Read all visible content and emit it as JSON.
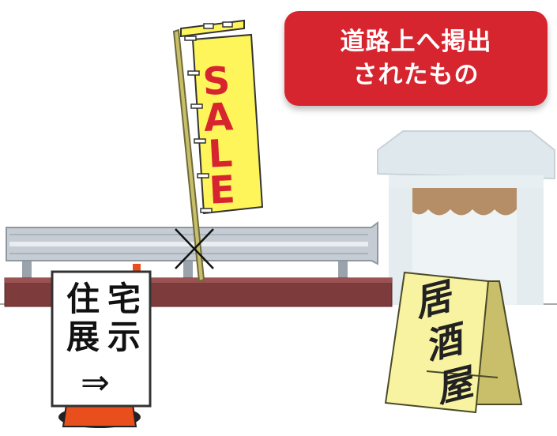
{
  "caption": {
    "line1": "道路上へ掲出",
    "line2": "されたもの"
  },
  "nobori_flag": {
    "letters": [
      "S",
      "A",
      "L",
      "E"
    ],
    "color": "#d7252f",
    "background": "#fef55a"
  },
  "signboard": {
    "column_right": [
      "宅",
      "示"
    ],
    "column_left": [
      "住",
      "展"
    ],
    "arrow": "⇒"
  },
  "a_frame_sign": {
    "chars": [
      "居",
      "酒",
      "屋"
    ],
    "background": "#f8f3a0"
  },
  "colors": {
    "badge": "#d7252f",
    "guardrail": "#c5ccd3",
    "road_curb": "#7e3b3b",
    "awning": "#b58d66",
    "building": "#dfe8ec"
  }
}
